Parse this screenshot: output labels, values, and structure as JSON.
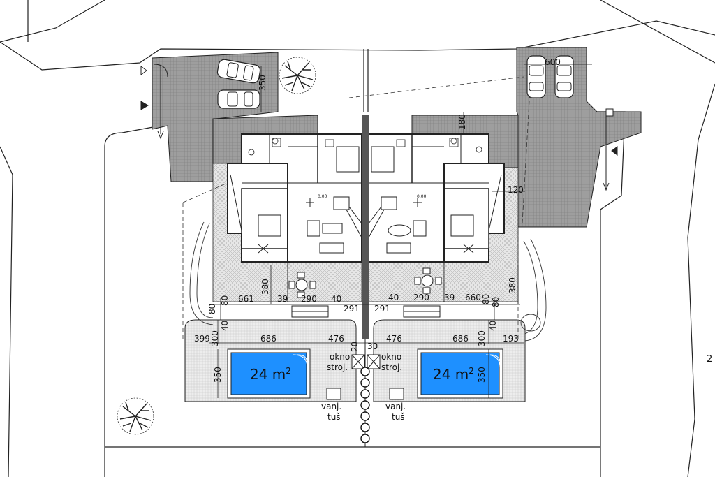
{
  "colors": {
    "paving": "#a9a9a9",
    "terrace": "#d4d4d4",
    "pool_water": "#1e90ff",
    "line": "#222222"
  },
  "pools": {
    "left_area": "24 m",
    "right_area": "24 m",
    "superscript": "2"
  },
  "labels": {
    "machine_room": [
      "okno",
      "stroj."
    ],
    "outdoor_shower": [
      "vanj.",
      "tuš"
    ],
    "level_left": "+0,00",
    "level_right": "+0,00",
    "margin_mark": "2"
  },
  "dimensions": {
    "parking_left": "350",
    "parking_right": "600",
    "top_right": "180",
    "right_side": "120",
    "terrace_depth_left": "380",
    "terrace_depth_right": "380",
    "row1": [
      "661",
      "39",
      "290",
      "40",
      "40",
      "290",
      "39",
      "660"
    ],
    "mid_left": "291",
    "mid_right": "291",
    "side_80_left": "80",
    "side_80_left2": "80",
    "side_80_right": "80",
    "side_80_right2": "80",
    "v40_left": "40",
    "v300_left": "300",
    "v40_right": "40",
    "v300_right": "300",
    "row2": [
      "399",
      "686",
      "476",
      "20",
      "30",
      "476",
      "686",
      "193"
    ],
    "pool_depth_left": "350",
    "pool_depth_right": "350"
  }
}
